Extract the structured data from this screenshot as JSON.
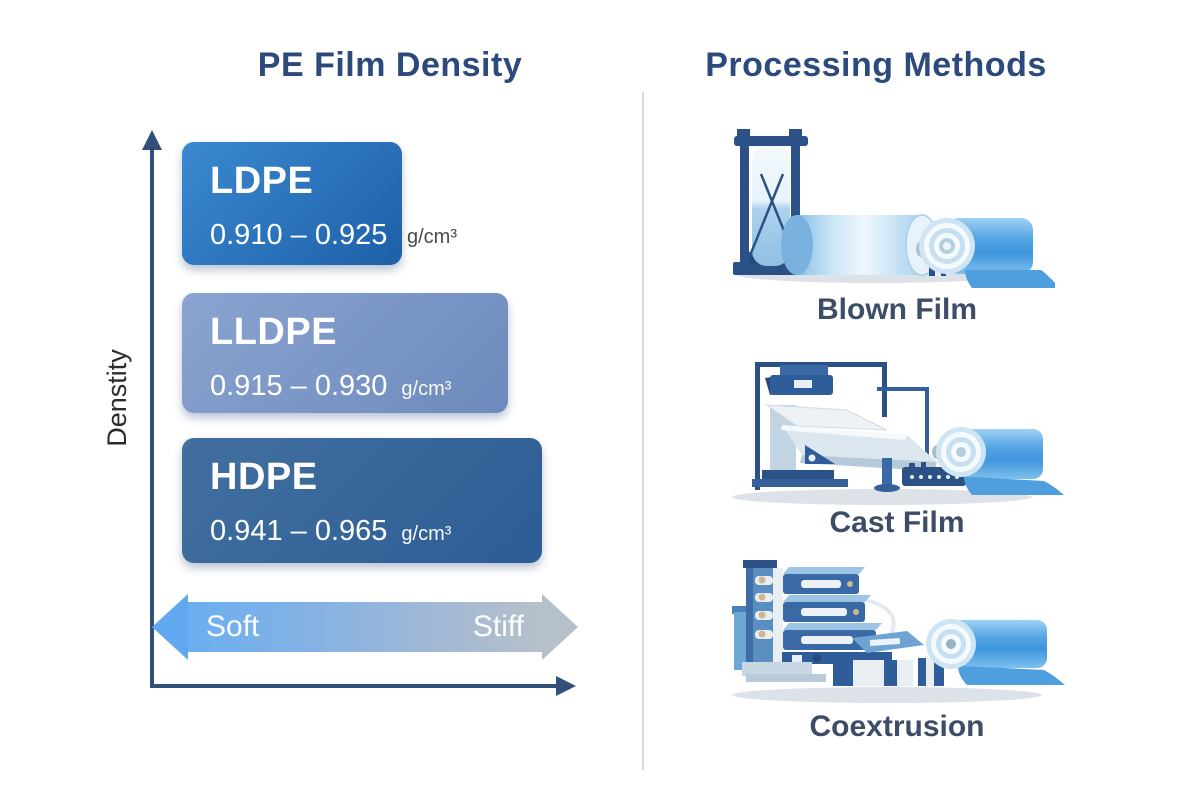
{
  "page": {
    "background": "#ffffff"
  },
  "left_panel": {
    "title": "PE Film Density",
    "y_axis_label": "Denstity",
    "cards": [
      {
        "name": "LDPE",
        "range": "0.910 – 0.925",
        "unit": "g/cm³",
        "gradient": [
          "#3b89d0",
          "#1d60a8"
        ]
      },
      {
        "name": "LLDPE",
        "range": "0.915 – 0.930",
        "unit": "g/cm³",
        "gradient": [
          "#8aa4d0",
          "#6d8abc"
        ]
      },
      {
        "name": "HDPE",
        "range": "0.941 – 0.965",
        "unit": "g/cm³",
        "gradient": [
          "#41709f",
          "#2d5c95"
        ]
      }
    ],
    "spectrum": {
      "left_label": "Soft",
      "right_label": "Stiff",
      "left_color": "#60a8ef",
      "right_color": "#b6c0ca"
    }
  },
  "right_panel": {
    "title": "Processing Methods",
    "methods": [
      {
        "label": "Blown Film"
      },
      {
        "label": "Cast Film"
      },
      {
        "label": "Coextrusion"
      }
    ]
  },
  "colors": {
    "title_text": "#2c4a7c",
    "method_label_text": "#3d4d68",
    "axis": "#33507a",
    "unit_text_outside": "#4b4b4b",
    "divider": "#d9d9d9",
    "illustration_navy": "#2b5186",
    "illustration_blue": "#4a9bdc",
    "illustration_light": "#cfe7f8"
  }
}
